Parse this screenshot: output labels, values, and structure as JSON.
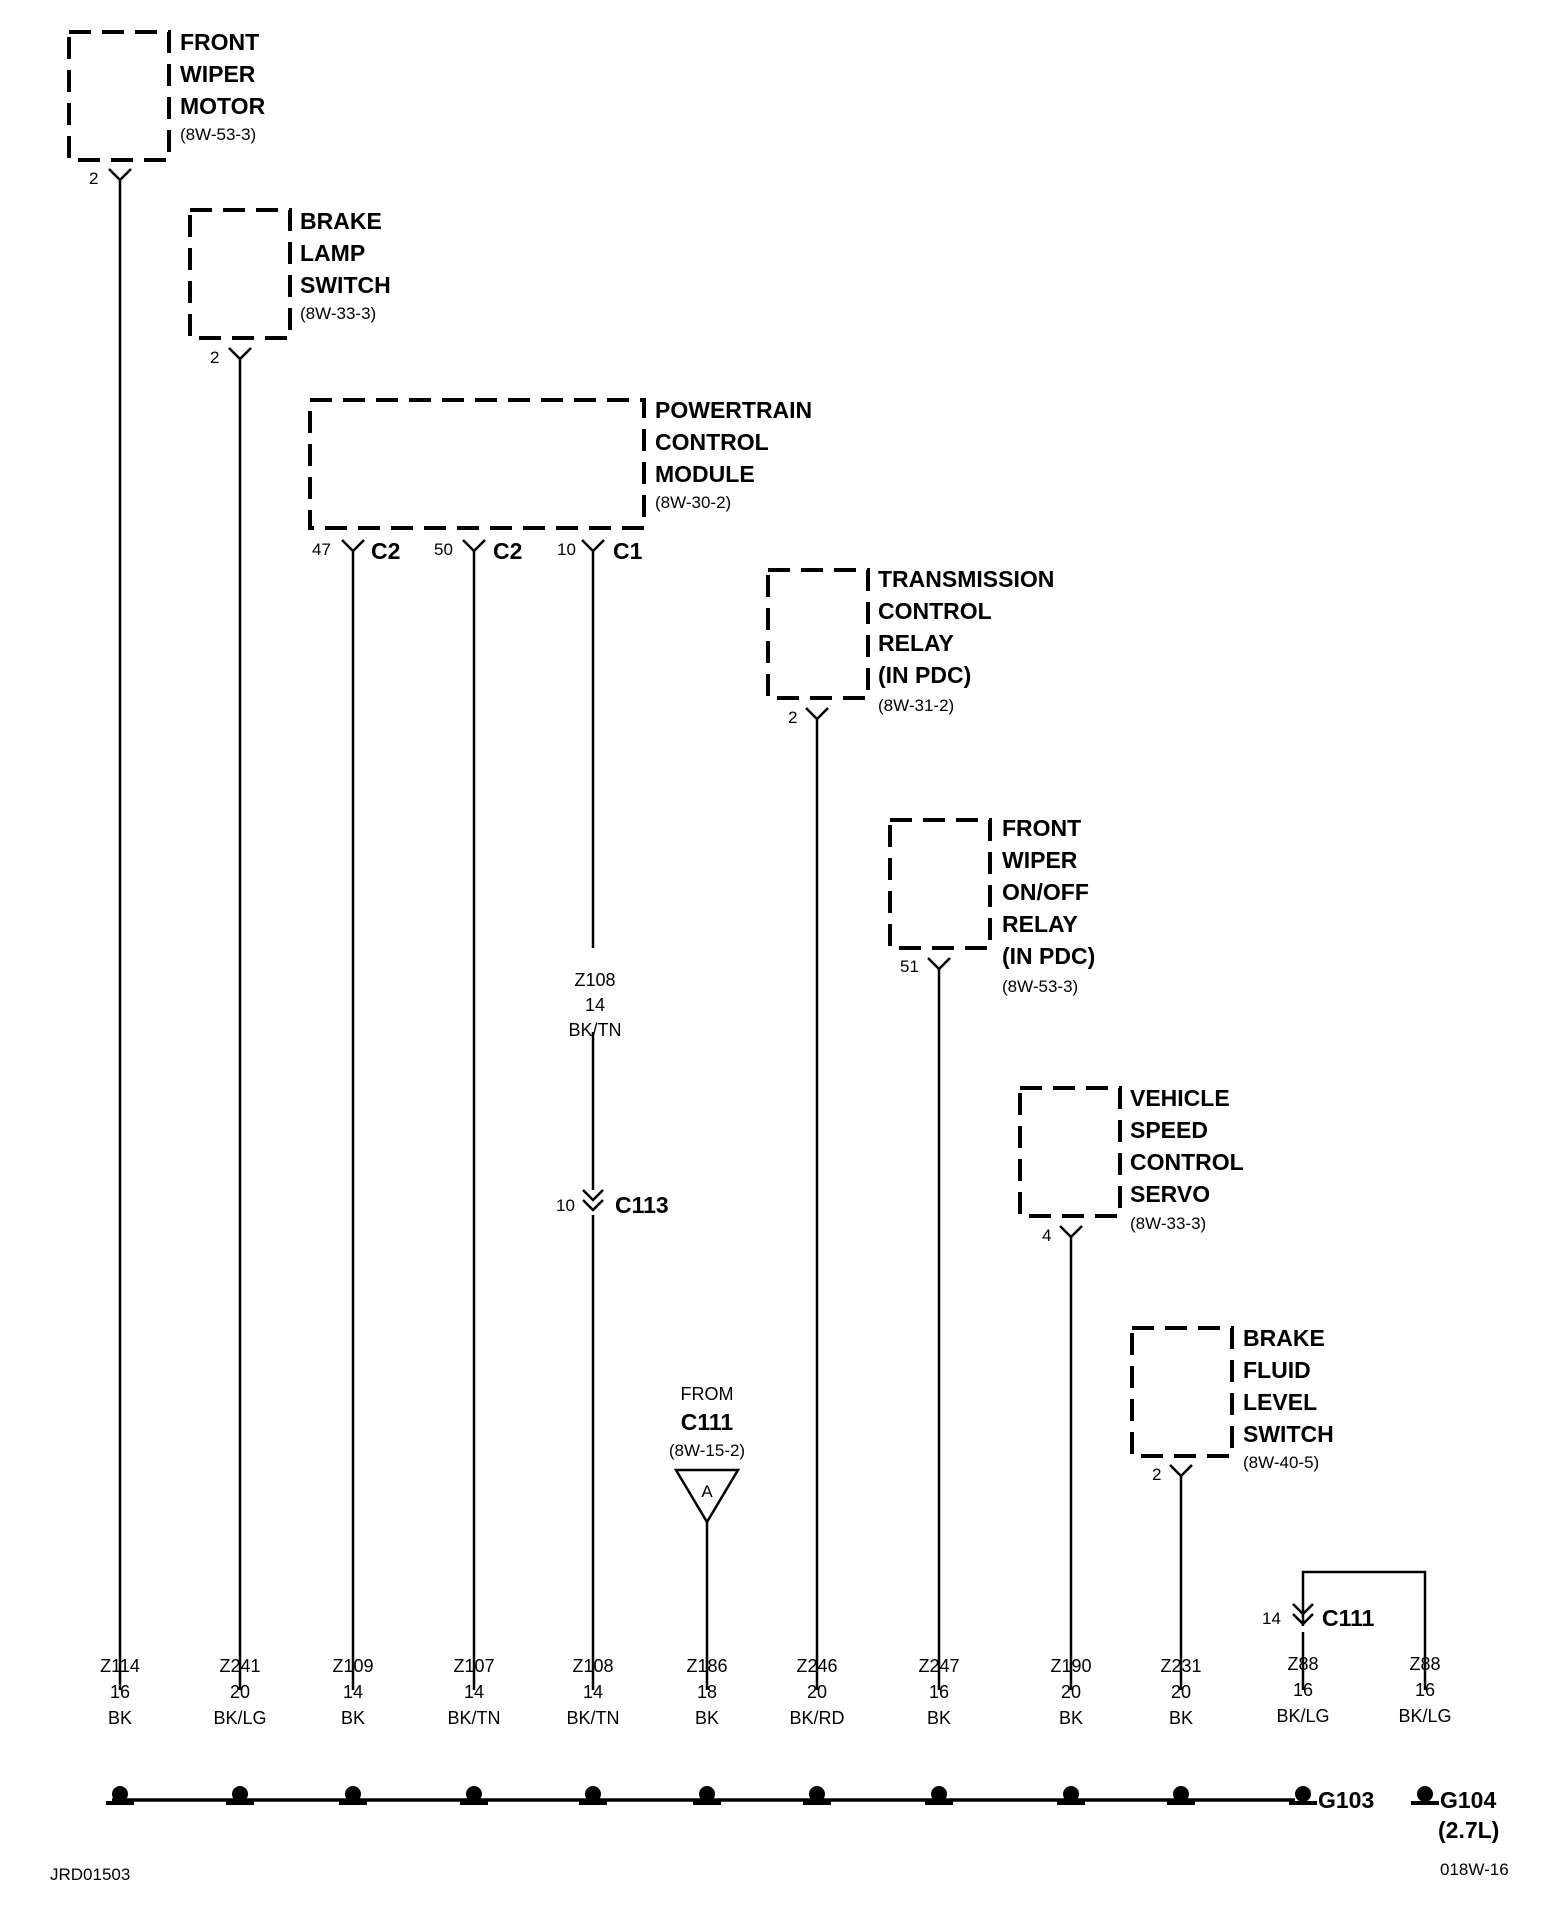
{
  "components": [
    {
      "id": "front-wiper-motor",
      "lines": [
        "FRONT",
        "WIPER",
        "MOTOR"
      ],
      "ref": "(8W-53-3)",
      "pin": "2"
    },
    {
      "id": "brake-lamp-switch",
      "lines": [
        "BRAKE",
        "LAMP",
        "SWITCH"
      ],
      "ref": "(8W-33-3)",
      "pin": "2"
    },
    {
      "id": "powertrain-control-module",
      "lines": [
        "POWERTRAIN",
        "CONTROL",
        "MODULE"
      ],
      "ref": "(8W-30-2)",
      "pins": [
        {
          "pin": "47",
          "conn": "C2"
        },
        {
          "pin": "50",
          "conn": "C2"
        },
        {
          "pin": "10",
          "conn": "C1"
        }
      ]
    },
    {
      "id": "transmission-control-relay",
      "lines": [
        "TRANSMISSION",
        "CONTROL",
        "RELAY",
        "(IN PDC)"
      ],
      "ref": "(8W-31-2)",
      "pin": "2"
    },
    {
      "id": "front-wiper-on-off-relay",
      "lines": [
        "FRONT",
        "WIPER",
        "ON/OFF",
        "RELAY",
        "(IN PDC)"
      ],
      "ref": "(8W-53-3)",
      "pin": "51"
    },
    {
      "id": "vehicle-speed-control-servo",
      "lines": [
        "VEHICLE",
        "SPEED",
        "CONTROL",
        "SERVO"
      ],
      "ref": "(8W-33-3)",
      "pin": "4"
    },
    {
      "id": "brake-fluid-level-switch",
      "lines": [
        "BRAKE",
        "FLUID",
        "LEVEL",
        "SWITCH"
      ],
      "ref": "(8W-40-5)",
      "pin": "2"
    }
  ],
  "inline": {
    "z108_label": [
      "Z108",
      "14",
      "BK/TN"
    ],
    "c113": {
      "pin": "10",
      "name": "C113"
    },
    "from": {
      "text": "FROM",
      "conn": "C111",
      "ref": "(8W-15-2)",
      "tag": "A"
    },
    "c111": {
      "pin": "14",
      "name": "C111"
    }
  },
  "wires": [
    {
      "circuit": "Z114",
      "gauge": "16",
      "color": "BK"
    },
    {
      "circuit": "Z241",
      "gauge": "20",
      "color": "BK/LG"
    },
    {
      "circuit": "Z109",
      "gauge": "14",
      "color": "BK"
    },
    {
      "circuit": "Z107",
      "gauge": "14",
      "color": "BK/TN"
    },
    {
      "circuit": "Z108",
      "gauge": "14",
      "color": "BK/TN"
    },
    {
      "circuit": "Z186",
      "gauge": "18",
      "color": "BK"
    },
    {
      "circuit": "Z246",
      "gauge": "20",
      "color": "BK/RD"
    },
    {
      "circuit": "Z247",
      "gauge": "16",
      "color": "BK"
    },
    {
      "circuit": "Z190",
      "gauge": "20",
      "color": "BK"
    },
    {
      "circuit": "Z231",
      "gauge": "20",
      "color": "BK"
    },
    {
      "circuit": "Z88",
      "gauge": "16",
      "color": "BK/LG"
    },
    {
      "circuit": "Z88",
      "gauge": "16",
      "color": "BK/LG"
    }
  ],
  "grounds": {
    "g103": "G103",
    "g104": "G104",
    "g104_note": "(2.7L)"
  },
  "footer": {
    "left": "JRD01503",
    "right": "018W-16"
  }
}
